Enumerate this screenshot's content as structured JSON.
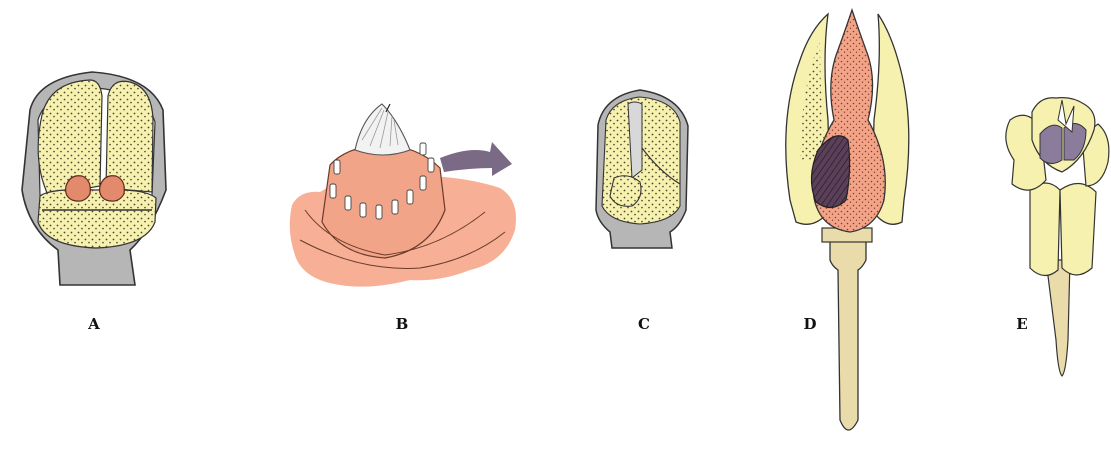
{
  "figure": {
    "panels": [
      {
        "id": "A",
        "label": "A"
      },
      {
        "id": "B",
        "label": "B"
      },
      {
        "id": "C",
        "label": "C"
      },
      {
        "id": "D",
        "label": "D"
      },
      {
        "id": "E",
        "label": "E"
      }
    ],
    "colors": {
      "bract_gray": "#b6b6b6",
      "sporophyll_yellow": "#f7f1b0",
      "ovule_salmon": "#f2a488",
      "ovule_dark": "#e48a6c",
      "ovary_shadow": "#5a4058",
      "stalk_tan": "#e9dcaa",
      "arrow_purple": "#7a6a86"
    }
  }
}
